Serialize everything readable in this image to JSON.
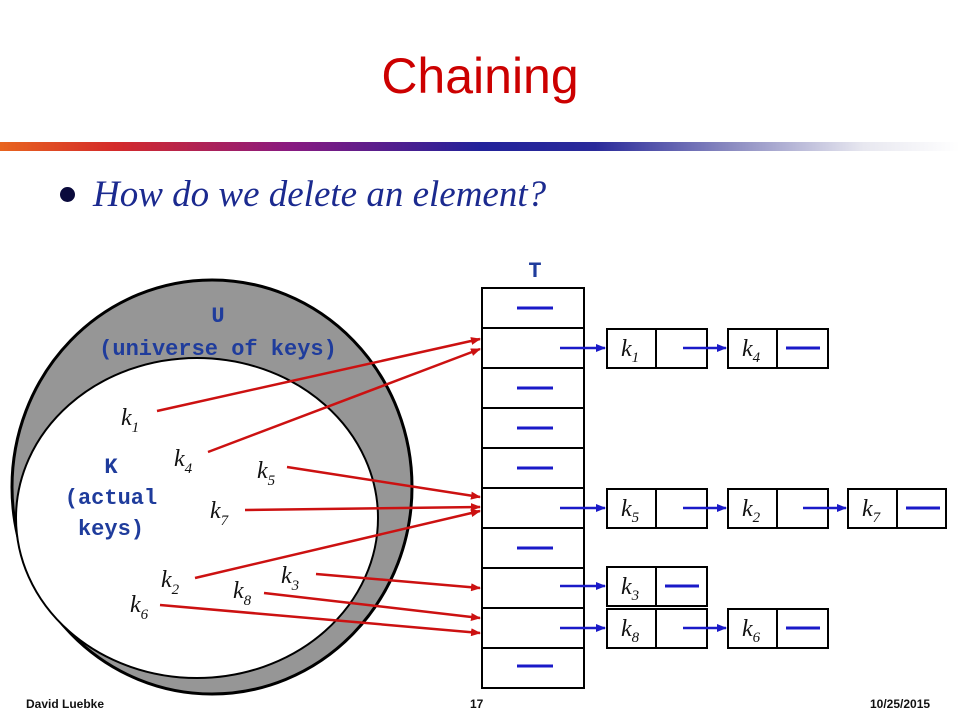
{
  "slide": {
    "title": "Chaining",
    "bullet": "How do we delete an element?"
  },
  "universe": {
    "label": "U",
    "label_paren": "(universe of keys)"
  },
  "actual": {
    "label": "K",
    "line1": "(actual",
    "line2": "keys)"
  },
  "table": {
    "label": "T",
    "slots": 10
  },
  "keys": {
    "k1": {
      "base": "k",
      "sub": "1"
    },
    "k2": {
      "base": "k",
      "sub": "2"
    },
    "k3": {
      "base": "k",
      "sub": "3"
    },
    "k4": {
      "base": "k",
      "sub": "4"
    },
    "k5": {
      "base": "k",
      "sub": "5"
    },
    "k6": {
      "base": "k",
      "sub": "6"
    },
    "k7": {
      "base": "k",
      "sub": "7"
    },
    "k8": {
      "base": "k",
      "sub": "8"
    }
  },
  "chains": [
    {
      "slot": 1,
      "keys": [
        "k1",
        "k4"
      ]
    },
    {
      "slot": 5,
      "keys": [
        "k5",
        "k2",
        "k7"
      ]
    },
    {
      "slot": 7,
      "keys": [
        "k3"
      ]
    },
    {
      "slot": 8,
      "keys": [
        "k8",
        "k6"
      ]
    }
  ],
  "footer": {
    "author": "David Luebke",
    "page": "17",
    "date": "10/25/2015"
  },
  "colors": {
    "title": "#cc0000",
    "mono_label": "#1f3c9c",
    "hash_arrow": "#cc1111",
    "chain_arrow": "#1a1ac8",
    "universe_fill": "#969696"
  }
}
